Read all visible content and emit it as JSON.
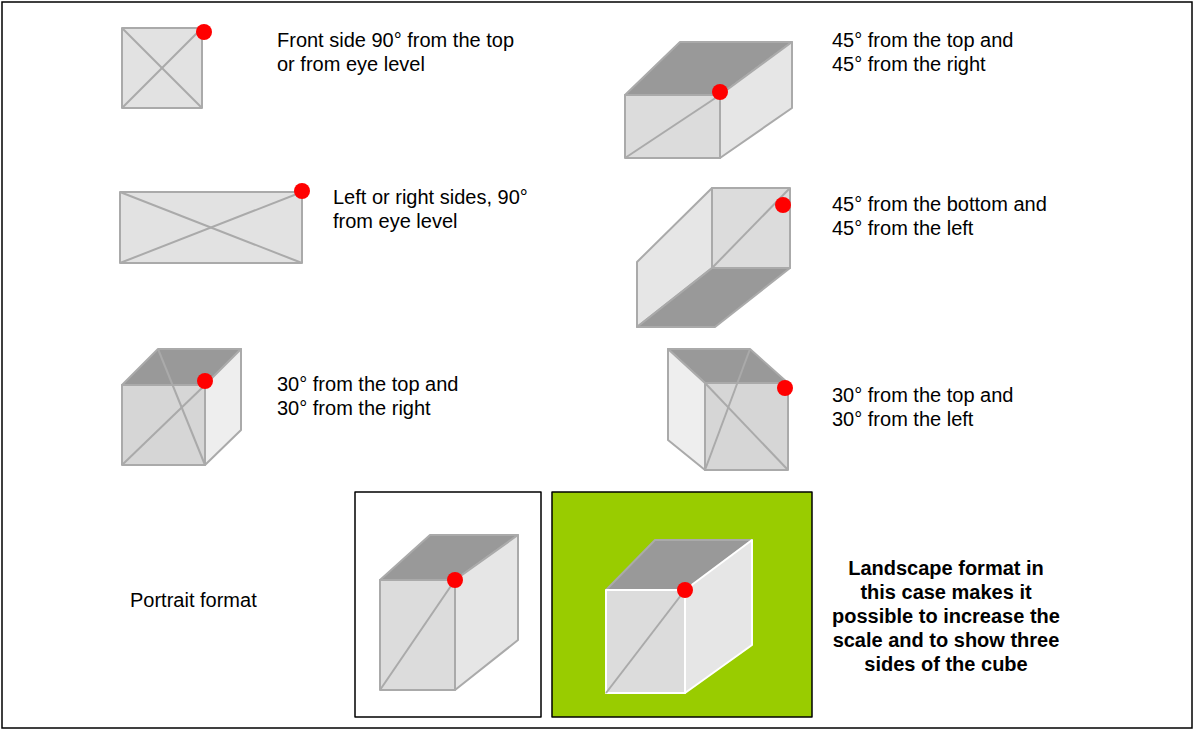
{
  "diagram": {
    "labels": [
      "Front side 90° from the top or from eye level",
      "45° from the top and 45° from the right",
      "Left or right sides, 90° from eye level",
      "45° from the bottom and 45° from the left",
      "30° from the top and 30° from the right",
      "30° from the top and 30° from the left",
      "Portrait format",
      "Landscape format in this case makes it possible to increase the scale and to show three sides of the cube"
    ]
  }
}
